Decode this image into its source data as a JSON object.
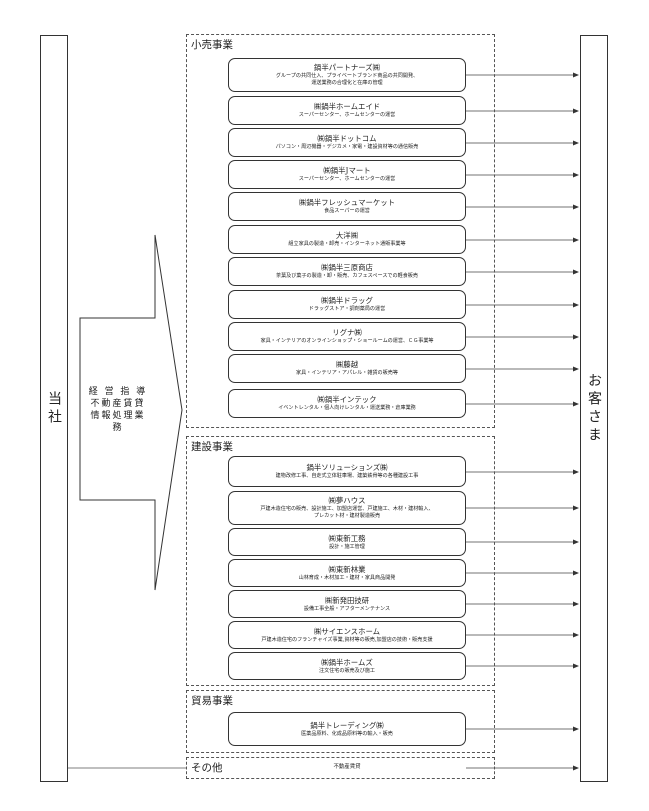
{
  "left_label": "当社",
  "right_label": "お客さま",
  "management_lines": [
    "経 営 指 導",
    "不動産賃貸",
    "情報処理業務"
  ],
  "sections": {
    "retail": {
      "title": "小売事業",
      "companies": [
        {
          "name": "鍋半パートナーズ㈱",
          "desc": [
            "グループの共同仕入、プライベートブランド商品の共同開発、",
            "運送業務の合理化と在庫の管理"
          ]
        },
        {
          "name": "㈱鍋半ホームエイド",
          "desc": [
            "スーパーセンター、ホームセンターの運営"
          ]
        },
        {
          "name": "㈱鍋半ドットコム",
          "desc": [
            "パソコン・周辺機器・デジカメ・家電・建設資材等の通信販売"
          ]
        },
        {
          "name": "㈱鍋半Jマート",
          "desc": [
            "スーパーセンター、ホームセンターの運営"
          ]
        },
        {
          "name": "㈱鍋半フレッシュマーケット",
          "desc": [
            "食品スーパーの運営"
          ]
        },
        {
          "name": "大洋㈱",
          "desc": [
            "組立家具の製造・卸売・インターネット通販事業等"
          ]
        },
        {
          "name": "㈱鍋半三原商店",
          "desc": [
            "茶葉及び菓子の製造・卸・販売、カフェスペースでの軽食販売"
          ]
        },
        {
          "name": "㈱鍋半ドラッグ",
          "desc": [
            "ドラッグストア・調剤薬局の運営"
          ]
        },
        {
          "name": "リグナ㈱",
          "desc": [
            "家具・インテリアのオンラインショップ・ショールームの運営、ＣＧ事業等"
          ]
        },
        {
          "name": "㈱藤越",
          "desc": [
            "家具・インテリア・アパレル・雑貨の販売等"
          ]
        },
        {
          "name": "㈱鍋半インテック",
          "desc": [
            "イベントレンタル・個人向けレンタル・運送業務・倉庫業務"
          ]
        }
      ]
    },
    "construction": {
      "title": "建設事業",
      "companies": [
        {
          "name": "鍋半ソリューションズ㈱",
          "desc": [
            "建物改修工事、自走式立体駐車場、建築鉄骨等の各種建設工事"
          ]
        },
        {
          "name": "㈱夢ハウス",
          "desc": [
            "戸建木造住宅の販売、設計施工、加盟店運営、戸建施工、木材・建材輸入、",
            "プレカット材・建材製造販売"
          ]
        },
        {
          "name": "㈱東新工務",
          "desc": [
            "設計・施工管理"
          ]
        },
        {
          "name": "㈱東新林業",
          "desc": [
            "山林育成・木材加工・建材・家具商品開発"
          ]
        },
        {
          "name": "㈱新発田技研",
          "desc": [
            "設備工事全般・アフターメンテナンス"
          ]
        },
        {
          "name": "㈱サイエンスホーム",
          "desc": [
            "戸建木造住宅のフランチャイズ事業,資材等の販売,加盟店の技術・販売支援"
          ]
        },
        {
          "name": "㈱鍋半ホームズ",
          "desc": [
            "注文住宅の販売及び施工"
          ]
        }
      ]
    },
    "trade": {
      "title": "貿易事業",
      "companies": [
        {
          "name": "鍋半トレーディング㈱",
          "desc": [
            "医薬品原料、化成品原料等の輸入・販売"
          ]
        }
      ]
    },
    "other": {
      "title": "その他",
      "desc": "不動産賃貸"
    }
  }
}
